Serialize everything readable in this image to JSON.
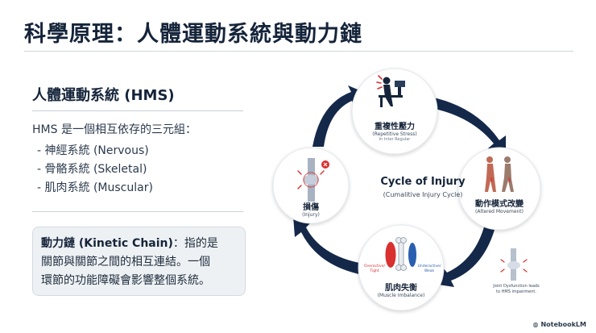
{
  "slide": {
    "title": "科學原理：人體運動系統與動力鏈"
  },
  "hms": {
    "title": "人體運動系統 (HMS)",
    "intro": "HMS 是一個相互依存的三元組：",
    "items": [
      "- 神經系統 (Nervous)",
      "- 骨骼系統 (Skeletal)",
      "- 肌肉系統 (Muscular)"
    ]
  },
  "kinetic": {
    "term": "動力鏈 (Kinetic Chain)",
    "line1_rest": "：指的是",
    "line2": "關節與關節之間的相互連結。一個",
    "line3": "環節的功能障礙會影響整個系統。"
  },
  "cycle": {
    "title": "Cycle of Injury",
    "subtitle": "(Cumalitive Injury Cycle)",
    "nodes": {
      "stress": {
        "zh": "重複性壓力",
        "en": "(Repetitive Stress)",
        "sub": "In Inter Regular"
      },
      "altered": {
        "zh": "動作模式改變",
        "en": "(Altered Movement)"
      },
      "imbalance": {
        "zh": "肌肉失衡",
        "en": "(Muscle Imbalance)",
        "left_tag": "Overactive/\nTight",
        "right_tag": "Underactive/\nWeak"
      },
      "injury": {
        "zh": "損傷",
        "en": "(Injury)"
      }
    },
    "note": "Joint Dysfunction leads to HMS impairment."
  },
  "brand": {
    "name": "NotebookLM"
  },
  "colors": {
    "arrow": "#14284a",
    "accent_red": "#d93030",
    "accent_blue": "#2a5fb0"
  }
}
